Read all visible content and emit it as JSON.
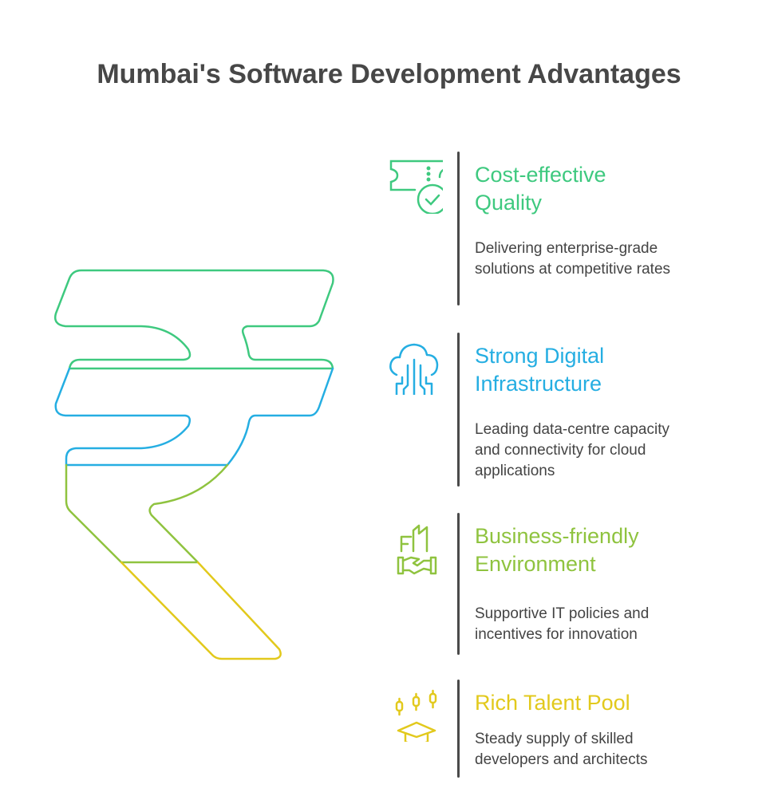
{
  "title": "Mumbai's Software Development Advantages",
  "colors": {
    "green": "#3ec97f",
    "blue": "#25aee2",
    "olive": "#8fc33f",
    "yellow": "#e2c91c"
  },
  "sections": [
    {
      "heading_lines": [
        "Cost-effective",
        "Quality"
      ],
      "description": "Delivering enterprise-grade solutions at competitive rates",
      "icon": "ticket-check-icon"
    },
    {
      "heading_lines": [
        "Strong Digital",
        "Infrastructure"
      ],
      "description": "Leading data-centre capacity and connectivity for cloud applications",
      "icon": "cloud-circuit-icon"
    },
    {
      "heading_lines": [
        "Business-friendly",
        "Environment"
      ],
      "description": "Supportive IT policies and incentives for innovation",
      "icon": "handshake-building-icon"
    },
    {
      "heading_lines": [
        "Rich Talent Pool"
      ],
      "description": "Steady supply of skilled developers and architects",
      "icon": "graduation-cap-icon"
    }
  ]
}
